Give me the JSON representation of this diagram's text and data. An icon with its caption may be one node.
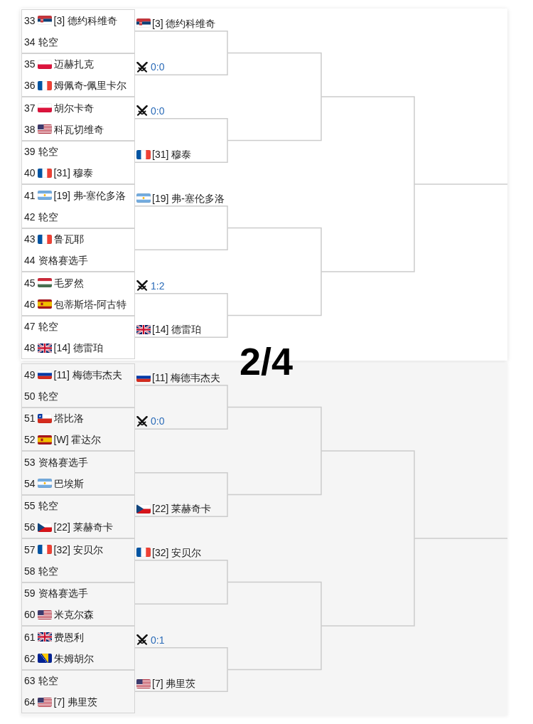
{
  "diagram": {
    "nodes": [
      {
        "text": [],
        "shape": "box"
      },
      {
        "text": [
          "33",
          "[3] 德约科维奇",
          "34",
          "轮空"
        ],
        "in": 0
      },
      {
        "text": [
          "35",
          "迈赫扎克",
          "36",
          "姆佩奇-佩里卡尔"
        ],
        "in": 0
      },
      {
        "text": [
          "37",
          "胡尔卡奇",
          "38",
          "科瓦切维奇"
        ],
        "in": 0
      },
      {
        "text": [
          "39",
          "轮空",
          "40",
          "[31] 穆泰"
        ],
        "in": 0
      },
      {
        "text": [
          "41",
          "[19] 弗-塞伦多洛",
          "42",
          "轮空"
        ],
        "in": 0
      },
      {
        "text": [
          "43",
          "鲁瓦耶",
          "44",
          "资格赛选手"
        ],
        "in": 0
      },
      {
        "text": [
          "45",
          "毛罗然",
          "46",
          "包蒂斯塔-阿古特"
        ],
        "in": 0
      },
      {
        "text": [
          "47",
          "轮空",
          "48",
          "[14] 德雷珀"
        ],
        "in": 0
      },
      {
        "text": [],
        "shape": "box"
      },
      {
        "text": [
          "49",
          "[11] 梅德韦杰夫",
          "50",
          "轮空"
        ],
        "in": 9
      },
      {
        "text": [
          "51",
          "塔比洛",
          "52",
          "[W] 霍达尔"
        ],
        "in": 9
      },
      {
        "text": [
          "53",
          "资格赛选手",
          "54",
          "巴埃斯"
        ],
        "in": 9
      },
      {
        "text": [
          "55",
          "轮空",
          "56",
          "[22] 莱赫奇卡"
        ],
        "in": 9
      },
      {
        "text": [
          "57",
          "[32] 安贝尔",
          "58",
          "轮空"
        ],
        "in": 9
      },
      {
        "text": [
          "59",
          "资格赛选手",
          "60",
          "米克尔森"
        ],
        "in": 9
      },
      {
        "text": [
          "61",
          "费恩利",
          "62",
          "朱姆胡尔"
        ],
        "in": 9
      },
      {
        "text": [
          "63",
          "轮空",
          "64",
          "[7] 弗里茨"
        ],
        "in": 9
      }
    ],
    "edges": [
      {
        "from": 1,
        "to": null,
        "arrow": "none",
        "label": "[3] 德约科维奇"
      },
      {
        "from": 2,
        "to": null,
        "arrow": "none",
        "label": "0:0"
      },
      {
        "from": 3,
        "to": null,
        "arrow": "none",
        "label": "0:0"
      },
      {
        "from": 4,
        "to": null,
        "arrow": "none",
        "label": "[31] 穆泰"
      },
      {
        "from": 5,
        "to": null,
        "arrow": "none",
        "label": "[19] 弗-塞伦多洛"
      },
      {
        "from": 6,
        "to": null,
        "arrow": "none"
      },
      {
        "from": 7,
        "to": null,
        "arrow": "none",
        "label": "1:2"
      },
      {
        "from": 8,
        "to": null,
        "arrow": "none",
        "label": "[14] 德雷珀"
      },
      {
        "from": 10,
        "to": null,
        "arrow": "none",
        "label": "[11] 梅德韦杰夫"
      },
      {
        "from": 11,
        "to": null,
        "arrow": "none",
        "label": "0:0"
      },
      {
        "from": 12,
        "to": null,
        "arrow": "none"
      },
      {
        "from": 13,
        "to": null,
        "arrow": "none",
        "label": "[22] 莱赫奇卡"
      },
      {
        "from": 14,
        "to": null,
        "arrow": "none",
        "label": "[32] 安贝尔"
      },
      {
        "from": 15,
        "to": null,
        "arrow": "none"
      },
      {
        "from": 16,
        "to": null,
        "arrow": "none",
        "label": "0:1"
      },
      {
        "from": 17,
        "to": null,
        "arrow": "none",
        "label": "[7] 弗里茨"
      }
    ],
    "labels": [
      "2/4"
    ]
  }
}
